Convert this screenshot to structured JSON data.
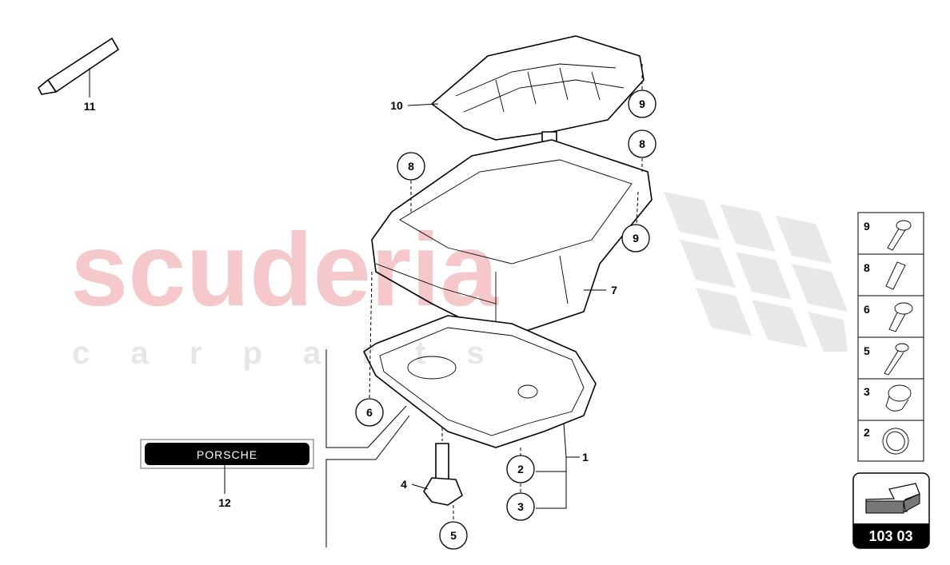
{
  "watermark": {
    "brand": "scuderia",
    "sub": "c a r p a r t s"
  },
  "callouts": {
    "c9a": "9",
    "c8a": "8",
    "c8b": "8",
    "c9b": "9",
    "c6": "6",
    "c2": "2",
    "c3": "3",
    "c5": "5"
  },
  "labels": {
    "l11": "11",
    "l10": "10",
    "l7": "7",
    "l1": "1",
    "l4": "4",
    "l12": "12"
  },
  "badge": {
    "text": "PORSCHE"
  },
  "legend": [
    {
      "num": "9",
      "icon": "torx-bolt-icon"
    },
    {
      "num": "8",
      "icon": "dowel-pin-icon"
    },
    {
      "num": "6",
      "icon": "torx-bolt-short-icon"
    },
    {
      "num": "5",
      "icon": "torx-bolt-long-icon"
    },
    {
      "num": "3",
      "icon": "drain-plug-icon"
    },
    {
      "num": "2",
      "icon": "seal-ring-icon"
    }
  ],
  "page_ref": {
    "code": "103 03",
    "icon": "arrow-back-icon"
  },
  "colors": {
    "watermark_red": "#f5c9cc",
    "watermark_gray": "#e6e6e6",
    "line": "#000000"
  }
}
